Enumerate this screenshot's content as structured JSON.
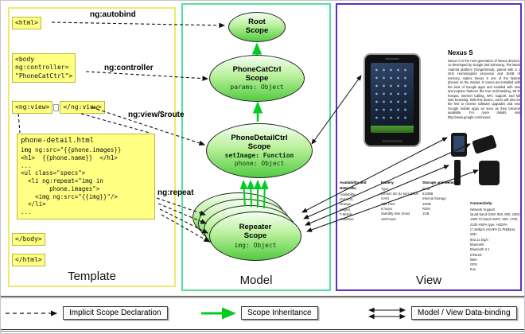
{
  "template": {
    "panel_label": "Template",
    "annotations": {
      "autobind": "ng:autobind",
      "controller": "ng:controller",
      "view_route": "ng:view/$route",
      "repeat": "ng:repeat"
    },
    "tags": {
      "html_open": "<html>",
      "body_open_lines": [
        "<body",
        "ng:controller=",
        "\"PhoneCatCtrl\">"
      ],
      "ngview_open": "<ng:view>",
      "ngview_close": "</ng:view>",
      "body_close": "</body>",
      "html_close": "</html>"
    },
    "code": {
      "title": "phone-detail.html",
      "lines": [
        "img ng:src=\"{{phone.images}}",
        "<h1>  {{phone.name}}  </h1>",
        "...",
        "<ul class=\"specs\">",
        "  <li ng:repeat=\"img in",
        "        phone.images\">",
        "    <img ng:src=\"{{img}}\"/>",
        "  </li>",
        "..."
      ]
    }
  },
  "model": {
    "panel_label": "Model",
    "root_scope": {
      "title_lines": [
        "Root",
        "Scope"
      ]
    },
    "phonecat_scope": {
      "title_lines": [
        "PhoneCatCtrl",
        "Scope"
      ],
      "props": [
        "params: Object"
      ]
    },
    "phonedetail_scope": {
      "title_lines": [
        "PhoneDetailCtrl",
        "Scope"
      ],
      "prop_bold": "setImage: Function",
      "props": [
        "phone: Object"
      ]
    },
    "repeater_scope": {
      "title_lines": [
        "Repeater",
        "Scope"
      ],
      "props": [
        "img: Object"
      ]
    }
  },
  "view": {
    "panel_label": "View",
    "product_title": "Nexus S",
    "description": "Nexus S is the next generation of Nexus devices, co-developed by Google and Samsung. The latest Android platform (Gingerbread), paired with a 1 GHz Hummingbird processor and 16GB of memory, makes Nexus S one of the fastest phones on the market. It comes pre-installed with the best of Google apps and enabled with new and popular features like true multi-tasking, Wi-Fi hotspot, Internet Calling, NFC support, and full web browsing. With this device, users will also be the first to receive software upgrades and new Google mobile apps as soon as they become available. For more details, visit http://www.google.com/nexus.",
    "specs": [
      {
        "title": "Availability and Networks",
        "lines": [
          "Availability",
          "Voda/O2,",
          "Orange,",
          "Singtel,",
          "T-Mobile,",
          "Vodafone"
        ]
      },
      {
        "title": "Battery",
        "lines": [
          "Type",
          "Lithium Ion (Li-Ion) (1500 mAh)",
          "Talk Time",
          "6 hours",
          "Standby time (max)",
          "428 hours"
        ]
      },
      {
        "title": "Storage and Memory",
        "lines": [
          "RAM",
          "512MB",
          "Internal Storage",
          "16GB",
          "ROM",
          "1GB"
        ]
      },
      {
        "title": "Connectivity",
        "lines": [
          "Network Support",
          "Quad-band GSM: 850, 900, 1800, 1900 Tri-band HSPA: 900, 1700, 2100 HSPA type: HSDPA (7.2Mbps) HSUPA (5.76Mbps)",
          "WiFi",
          "802.11 b/g/n",
          "Bluetooth",
          "Bluetooth 2.1",
          "Infrared",
          "false",
          "GPS",
          "true"
        ]
      }
    ]
  },
  "legend": {
    "implicit": "Implicit Scope Declaration",
    "inheritance": "Scope Inheritance",
    "databinding": "Model / View Data-binding"
  }
}
